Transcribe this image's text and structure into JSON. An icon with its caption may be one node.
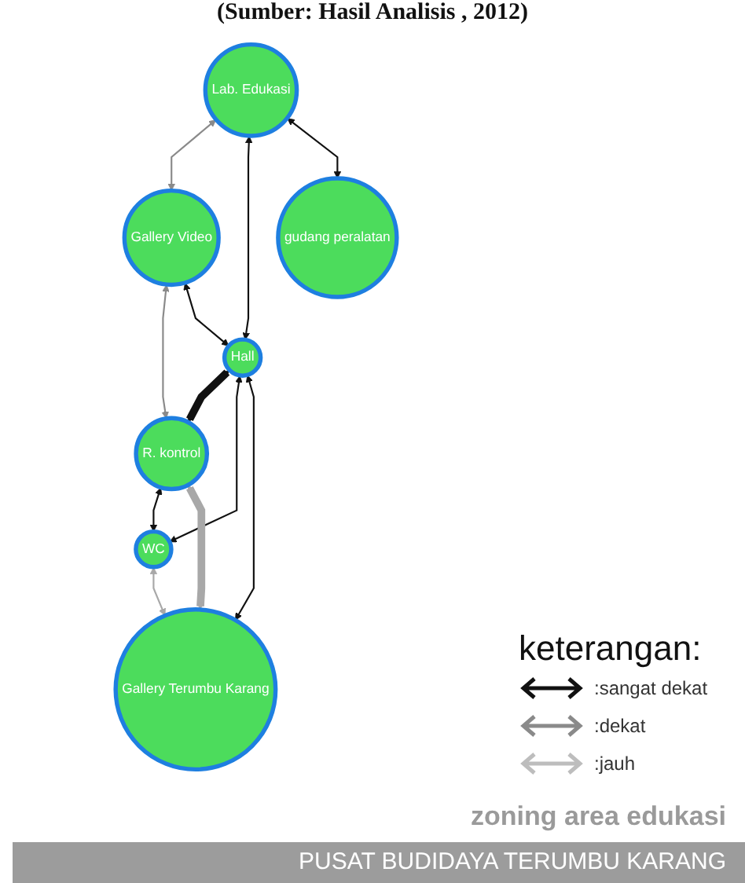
{
  "diagram": {
    "nodes": [
      {
        "text": [
          "Gallery Video"
        ]
      },
      {
        "text": [
          "Lab. Edukasi"
        ]
      },
      {
        "text": [
          "R. kontrol"
        ]
      },
      {
        "text": [
          "Hall"
        ]
      },
      {
        "text": [
          "WC"
        ]
      },
      {
        "text": [
          "gudang peralatan"
        ]
      },
      {
        "text": [
          "Gallery Terumbu Karang"
        ]
      }
    ],
    "edges": [
      {
        "from": 1,
        "to": 0,
        "arrow": "both",
        "color": "#8a8a8a"
      },
      {
        "from": 0,
        "to": 2,
        "arrow": "both",
        "color": "#8a8a8a"
      },
      {
        "from": 1,
        "to": 3,
        "arrow": "both"
      },
      {
        "from": 1,
        "to": 5,
        "arrow": "both"
      },
      {
        "from": 0,
        "to": 3,
        "arrow": "both"
      },
      {
        "from": 3,
        "to": 2,
        "arrow": "both",
        "style": "thick"
      },
      {
        "from": 3,
        "to": 4,
        "arrow": "both"
      },
      {
        "from": 3,
        "to": 6,
        "arrow": "both"
      },
      {
        "from": 2,
        "to": 4,
        "arrow": "both"
      },
      {
        "from": 2,
        "to": 6,
        "arrow": "both",
        "style": "thick",
        "color": "#a8a8a8"
      },
      {
        "from": 4,
        "to": 6,
        "arrow": "both",
        "color": "#a8a8a8"
      }
    ],
    "labels": [
      "(Sumber: Hasil Analisis , 2012)",
      "keterangan:",
      "zoning area edukasi",
      "PUSAT BUDIDAYA TERUMBU KARANG"
    ],
    "legend": [
      {
        "text": ":sangat dekat"
      },
      {
        "text": ":dekat"
      },
      {
        "text": ":jauh"
      }
    ]
  }
}
